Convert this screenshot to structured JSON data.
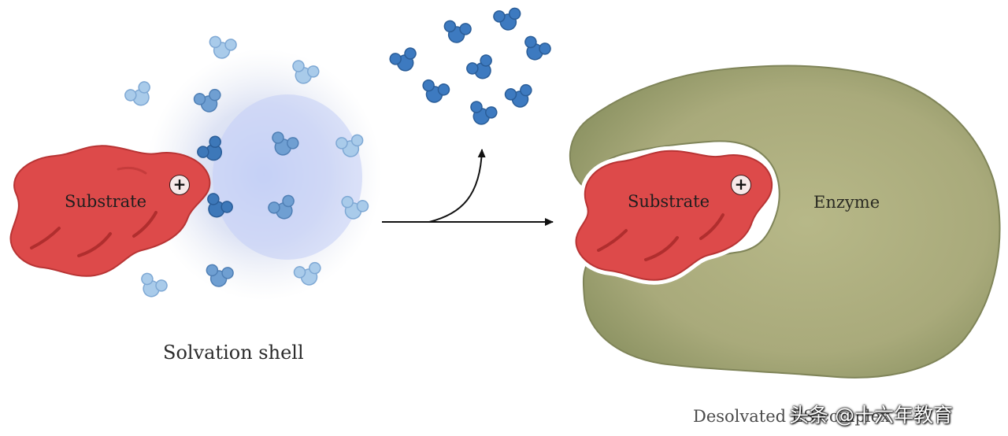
{
  "labels": {
    "substrate_left": "Substrate",
    "substrate_right": "Substrate",
    "enzyme": "Enzyme",
    "solvation_shell": "Solvation shell",
    "desolvated_complex": "Desolvated ES complex",
    "watermark": "头条 @十六年教育",
    "charge": "+"
  },
  "colors": {
    "substrate": "#dd4a4a",
    "enzyme": "#a3a373",
    "water_light": "#a9cbea",
    "water_mid": "#6f9fd2",
    "water_dark": "#3d78b9",
    "shell_glow": "#c9d4f3"
  },
  "icons": {
    "water": "water-molecule-icon",
    "charge": "plus-charge-icon",
    "arrow": "arrow-icon"
  }
}
